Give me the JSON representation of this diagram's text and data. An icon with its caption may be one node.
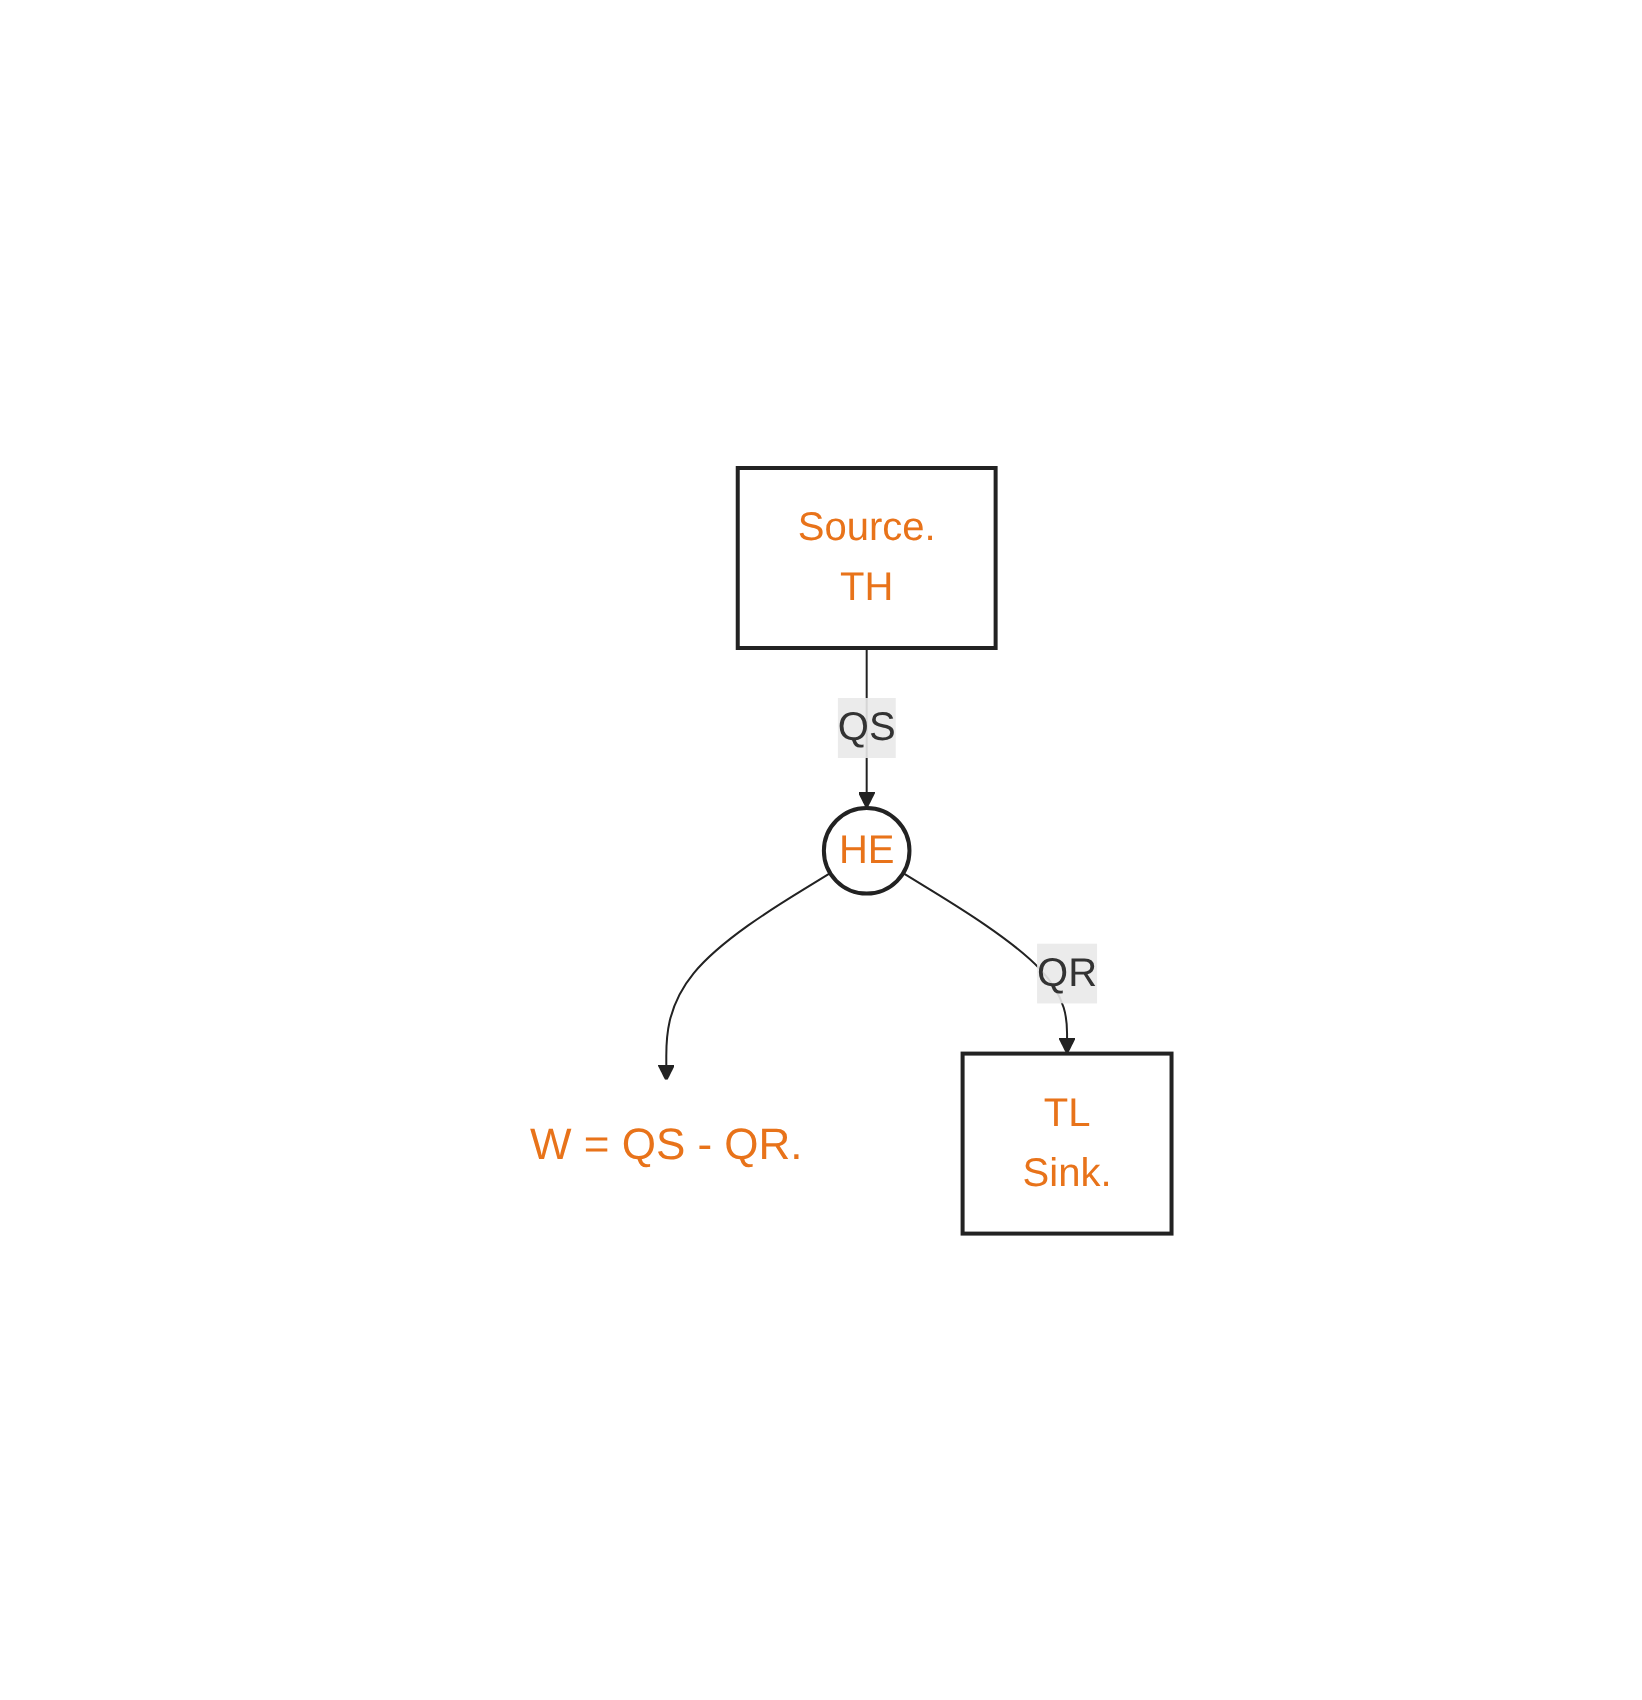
{
  "diagram": {
    "nodes": [
      {
        "text": [
          "Source.",
          "TH"
        ]
      },
      {
        "text": [
          "HE"
        ]
      },
      {
        "text": [
          "W = QS - QR."
        ]
      },
      {
        "text": [
          "TL",
          "Sink."
        ]
      }
    ],
    "edges": [
      {
        "from": 0,
        "to": 1,
        "arrow": "to",
        "label": "QS"
      },
      {
        "from": 1,
        "to": 2,
        "arrow": "to"
      },
      {
        "from": 1,
        "to": 3,
        "arrow": "to",
        "label": "QR"
      }
    ]
  }
}
